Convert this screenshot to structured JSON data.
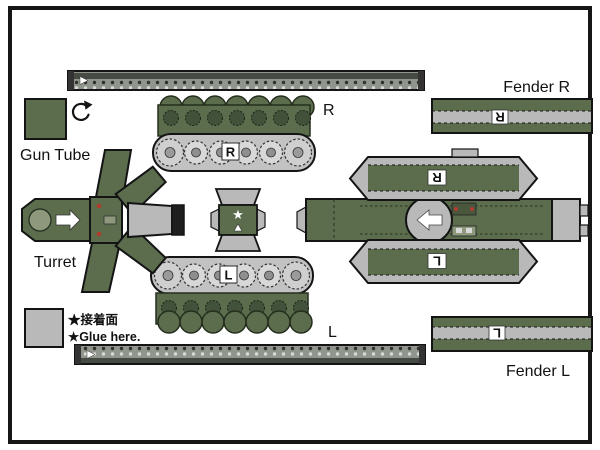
{
  "colors": {
    "olive": "#5b6d4d",
    "olive_dark": "#42513a",
    "gray": "#b9b9b9",
    "outline": "#141414",
    "red_detail": "#b23b2e"
  },
  "labels": {
    "gun_tube": "Gun Tube",
    "turret": "Turret",
    "fender_r": "Fender R",
    "fender_l": "Fender L",
    "track_r": "R",
    "track_l": "L"
  },
  "marks": {
    "track_upper": "R",
    "track_lower": "L",
    "hull_top": "R",
    "hull_bottom": "L",
    "fender_r": "R",
    "fender_l": "L",
    "star": "★"
  },
  "glue_note": {
    "line1": "★接着面",
    "line2": "★Glue here."
  }
}
